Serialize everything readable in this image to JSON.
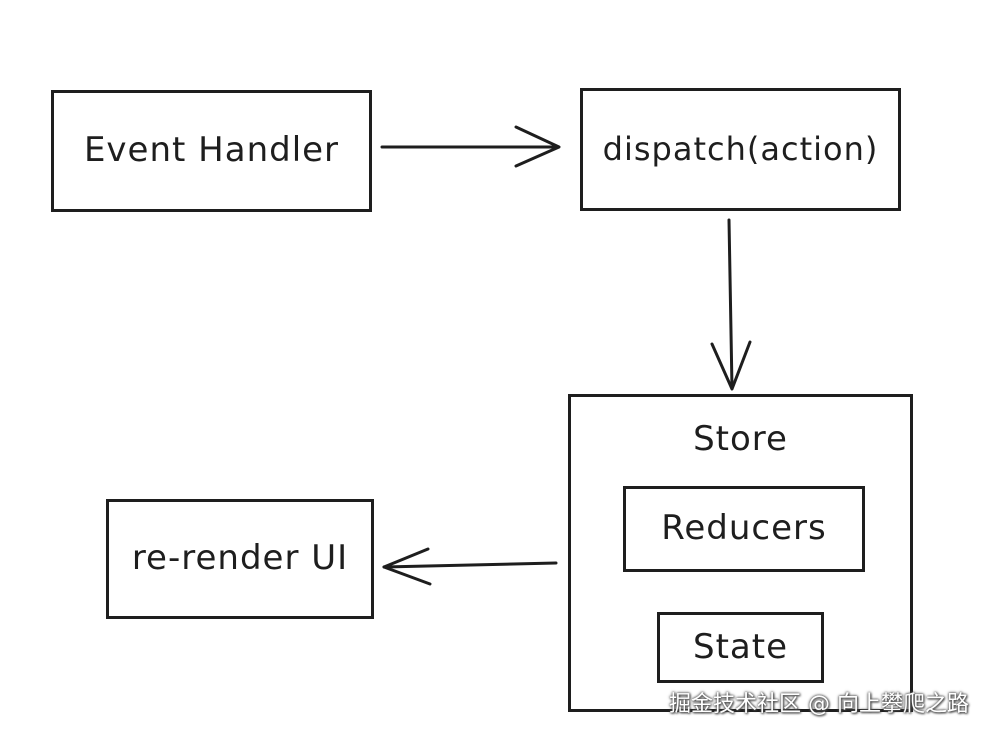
{
  "nodes": {
    "event_handler": "Event Handler",
    "dispatch": "dispatch(action)",
    "store": "Store",
    "reducers": "Reducers",
    "state": "State",
    "rerender": "re-render UI"
  },
  "watermark": "掘金技术社区 @ 向上攀爬之路",
  "colors": {
    "stroke": "#1e1e1e",
    "background": "#ffffff"
  }
}
